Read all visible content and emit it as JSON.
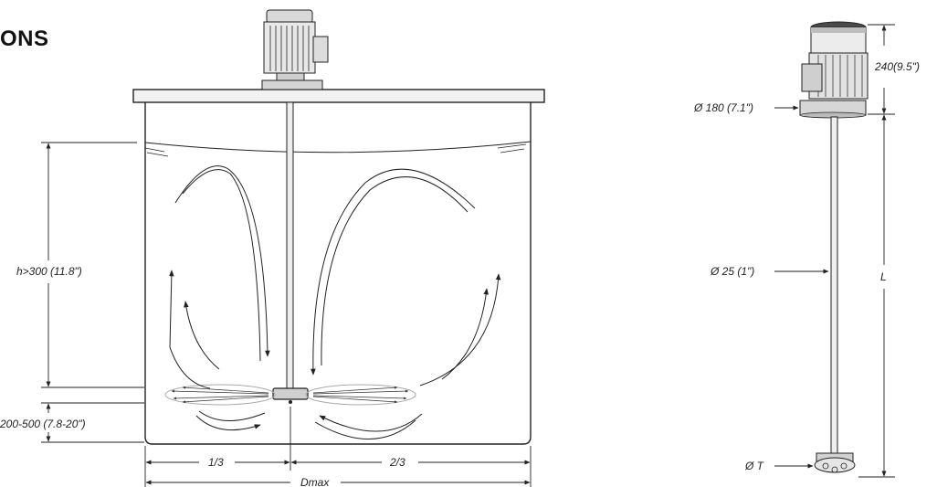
{
  "heading": "ONS",
  "tank_diagram": {
    "liquid_height": "h>300 (11.8\")",
    "impeller_clearance": "200-500 (7.8-20\")",
    "offset_left": "1/3",
    "offset_right": "2/3",
    "tank_diameter": "Dmax"
  },
  "mixer_diagram": {
    "motor_height": "240(9.5\")",
    "flange_diameter": "Ø 180 (7.1\")",
    "shaft_diameter": "Ø 25 (1\")",
    "shaft_length": "L",
    "impeller_diameter": "Ø T"
  },
  "colors": {
    "line": "#222222",
    "fill_light": "#e6e6e6",
    "fill_mid": "#bdbdbd",
    "fill_dark": "#4a4a4a"
  }
}
